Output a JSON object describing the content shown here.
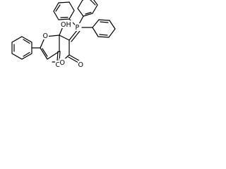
{
  "molecule": {
    "atoms": {
      "ring_oxygen": "O",
      "hydroxyl": "OH",
      "phosphorus": "P",
      "methoxy_oxygen": "O",
      "ester_carbonyl_oxygen": "O",
      "ketone_oxygen": "O"
    },
    "style": {
      "bond_color": "#000000",
      "background": "#ffffff"
    }
  }
}
